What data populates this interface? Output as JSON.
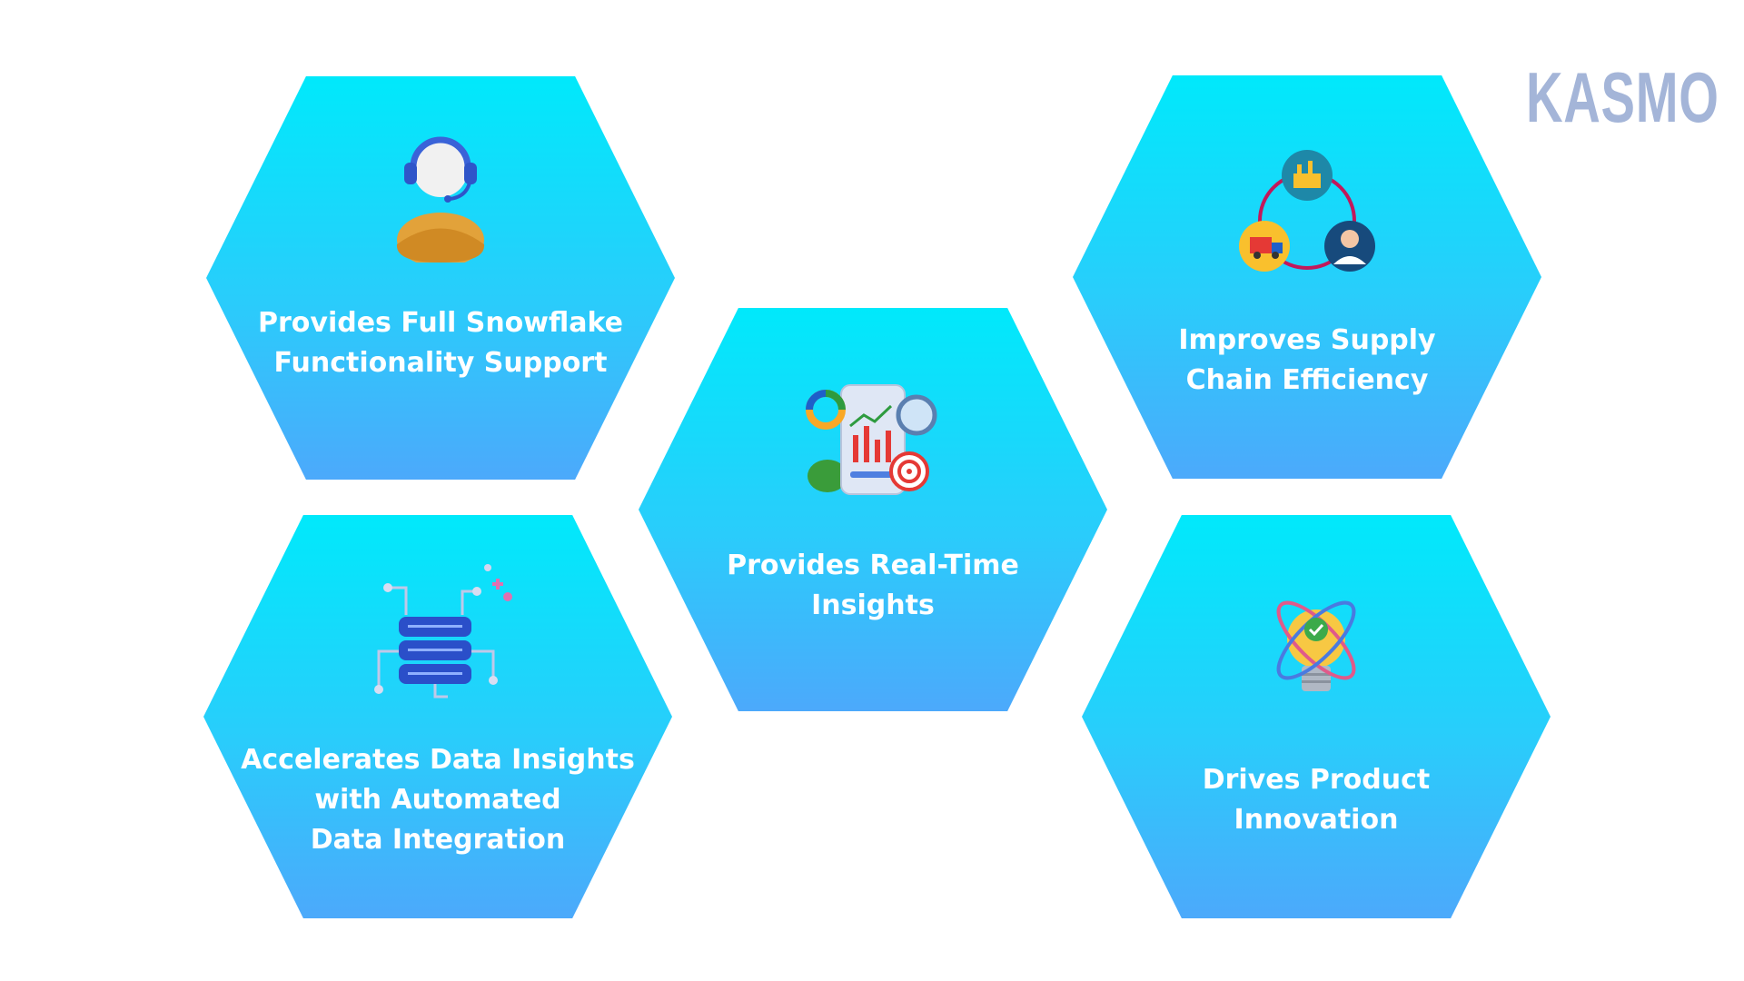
{
  "brand": {
    "text": "KASMO",
    "color": "#a4b5d8"
  },
  "colors": {
    "hex_top": "#00e9fb",
    "hex_mid": "#29cdfb",
    "hex_bottom": "#4ca9fb",
    "label": "#ffffff"
  },
  "hexagons": [
    {
      "label": "Provides Full Snowflake\nFunctionality Support",
      "icon": "support-agent-icon"
    },
    {
      "label": "Improves Supply\nChain Efficiency",
      "icon": "supply-chain-cycle-icon"
    },
    {
      "label": "Provides Real-Time\nInsights",
      "icon": "analytics-phone-icon"
    },
    {
      "label": "Accelerates Data Insights\nwith Automated\nData Integration",
      "icon": "database-server-icon"
    },
    {
      "label": "Drives Product\nInnovation",
      "icon": "lightbulb-atom-icon"
    }
  ]
}
